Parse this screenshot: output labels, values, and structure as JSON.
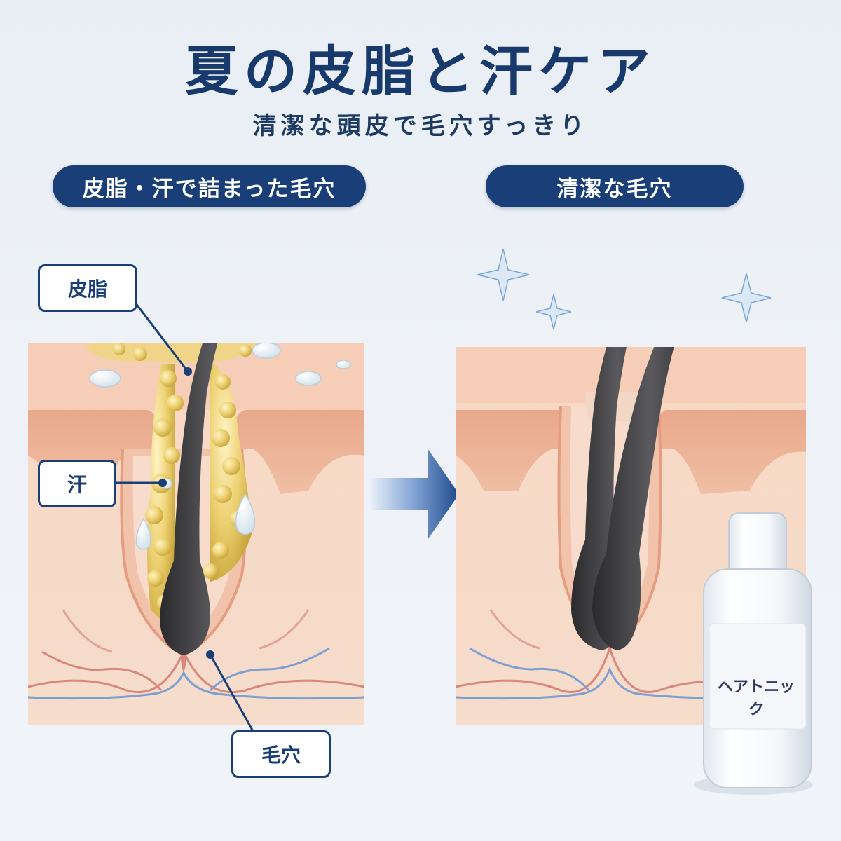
{
  "title": "夏の皮脂と汗ケア",
  "subtitle": "清潔な頭皮で毛穴すっきり",
  "panels": {
    "left_heading": "皮脂・汗で詰まった毛穴",
    "right_heading": "清潔な毛穴"
  },
  "callouts": {
    "sebum": "皮脂",
    "sweat": "汗",
    "pore": "毛穴"
  },
  "product": {
    "label": "ヘアトニック"
  },
  "colors": {
    "navy": "#1a3f78",
    "skin": "#f4cfb8",
    "sebum": "#e7c95e",
    "hair": "#3b3b3d"
  }
}
